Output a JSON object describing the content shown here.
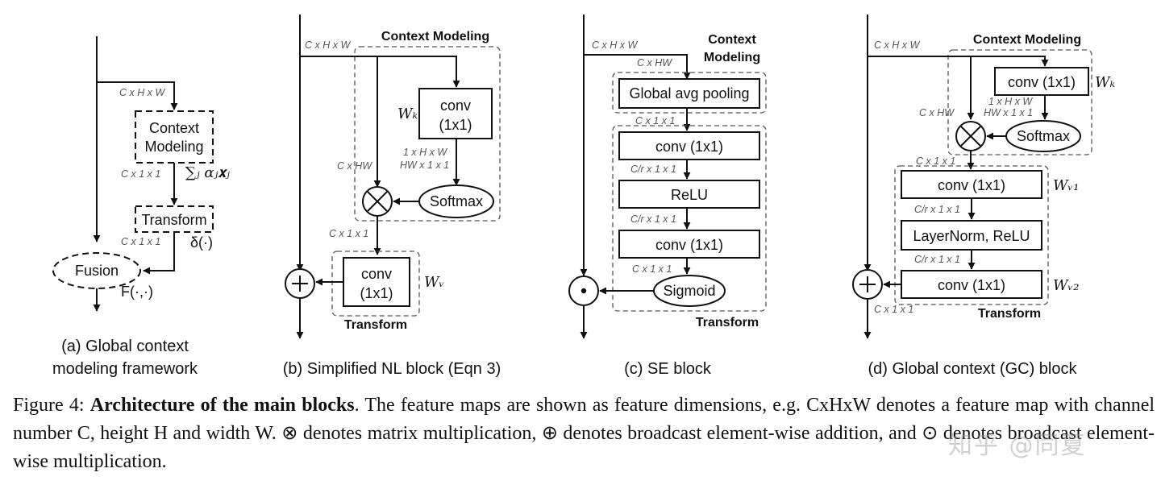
{
  "panels": {
    "a": {
      "dim_top": "C x H x W",
      "context_label_line1": "Context",
      "context_label_line2": "Modeling",
      "dim_mid": "C x 1 x 1",
      "sum_formula": "∑ⱼ αⱼ𝐱ⱼ",
      "transform_label": "Transform",
      "dim_bottom": "C x 1 x 1",
      "delta": "δ(·)",
      "fusion_label": "Fusion",
      "fusion_fn": "F(·,·)",
      "caption_line1": "(a) Global context",
      "caption_line2": "modeling framework"
    },
    "b": {
      "dim_top": "C x H x W",
      "group_title": "Context Modeling",
      "wk": "Wₖ",
      "conv_line1": "conv",
      "conv_line2": "(1x1)",
      "dim_k1": "1 x H x W",
      "dim_k2": "HW x 1 x 1",
      "dim_hw": "C x HW",
      "softmax": "Softmax",
      "dim_out": "C x 1 x 1",
      "tconv_line1": "conv",
      "tconv_line2": "(1x1)",
      "wv": "Wᵥ",
      "transform_title": "Transform",
      "caption": "(b) Simplified NL block (Eqn 3)"
    },
    "c": {
      "dim_top": "C x H x W",
      "group_title_line1": "Context",
      "group_title_line2": "Modeling",
      "dim_hw": "C x HW",
      "pool": "Global avg pooling",
      "dim_1": "C x 1 x 1",
      "conv1": "conv (1x1)",
      "dim_r1": "C/r x 1 x 1",
      "relu": "ReLU",
      "dim_r2": "C/r x 1 x 1",
      "conv2": "conv (1x1)",
      "dim_2": "C x 1 x 1",
      "sigmoid": "Sigmoid",
      "transform_title": "Transform",
      "caption": "(c) SE block"
    },
    "d": {
      "dim_top": "C x H x W",
      "group_title": "Context Modeling",
      "conv_k": "conv (1x1)",
      "wk": "Wₖ",
      "dim_k1": "1 x H x W",
      "dim_k2": "HW x 1 x 1",
      "dim_hw": "C x HW",
      "softmax": "Softmax",
      "dim_1": "C x 1 x 1",
      "conv_v1": "conv (1x1)",
      "wv1": "Wᵥ₁",
      "dim_r1": "C/r x 1 x 1",
      "ln": "LayerNorm, ReLU",
      "dim_r2": "C/r x 1 x 1",
      "conv_v2": "conv (1x1)",
      "wv2": "Wᵥ₂",
      "dim_out": "C x 1 x 1",
      "transform_title": "Transform",
      "caption": "(d) Global context (GC) block"
    }
  },
  "caption": {
    "lead": "Figure 4:",
    "bold": "Architecture of the main blocks",
    "rest": ". The feature maps are shown as feature dimensions, e.g. CxHxW denotes a feature map with channel number C, height H and width W. ⊗ denotes matrix multiplication, ⊕ denotes broadcast element-wise addition, and ⊙ denotes broadcast element-wise multiplication."
  },
  "watermark": "知乎 @同夏"
}
